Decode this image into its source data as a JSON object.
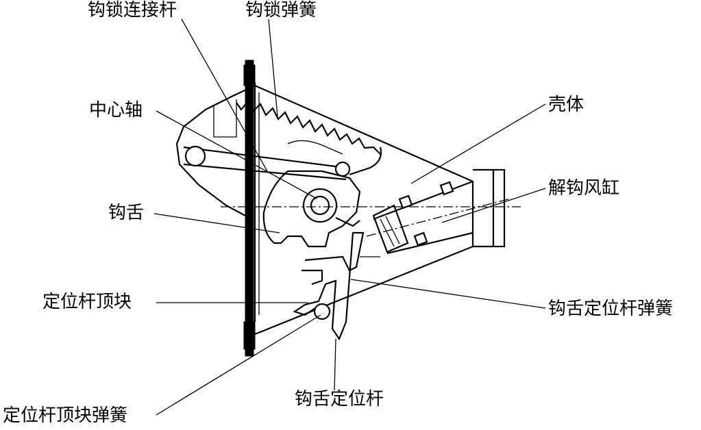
{
  "labels": {
    "hook_lock_link": "钩锁连接杆",
    "hook_lock_spring": "钩锁弹簧",
    "center_shaft": "中心轴",
    "hook_tongue": "钩舌",
    "positioner_block": "定位杆顶块",
    "positioner_block_spring": "定位杆顶块弹簧",
    "housing": "壳体",
    "release_cylinder": "解钩风缸",
    "tongue_positioner_spring": "钩舌定位杆弹簧",
    "tongue_positioner": "钩舌定位杆"
  }
}
